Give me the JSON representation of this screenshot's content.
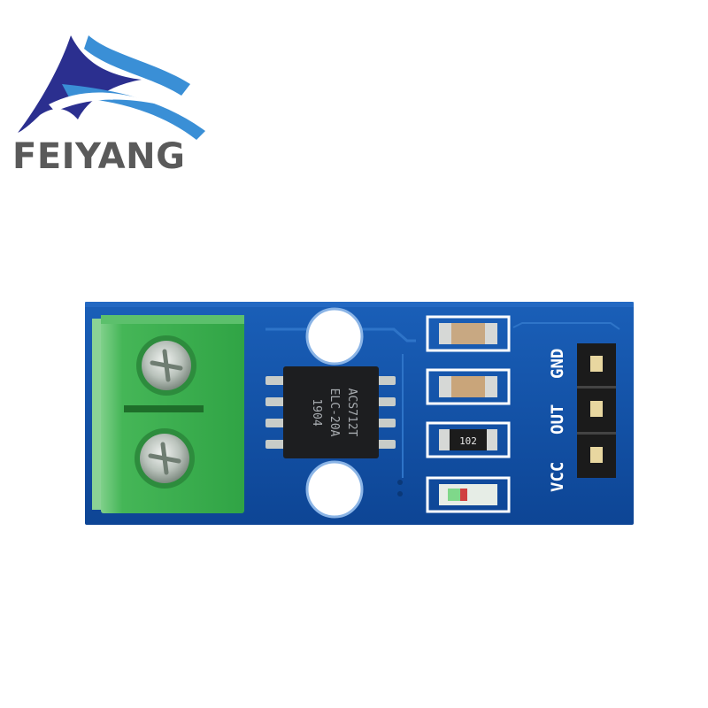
{
  "logo": {
    "brand_name": "FEIYANG",
    "colors": {
      "primary": "#2b2f8f",
      "accent": "#3a8fd6",
      "text": "#5a5a5a"
    }
  },
  "board": {
    "chip": {
      "line1": "ACS712T",
      "line2": "ELC-20A",
      "line3": "1904"
    },
    "resistor_label": "102",
    "pin_labels": [
      "VCC",
      "OUT",
      "GND"
    ],
    "colors": {
      "pcb": "#0f4fa8",
      "terminal": "#35b34a",
      "silkscreen": "#ffffff"
    }
  }
}
